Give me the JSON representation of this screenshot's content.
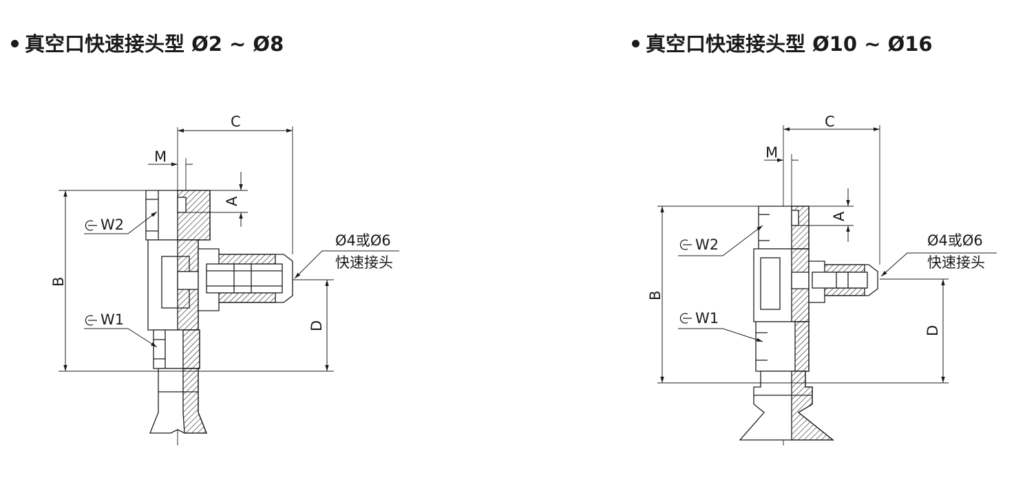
{
  "headings": {
    "left": "真空口快速接头型 Ø2 ~ Ø8",
    "right": "真空口快速接头型 Ø10 ~ Ø16"
  },
  "left_drawing": {
    "dim_c": "C",
    "dim_m": "M",
    "dim_a": "A",
    "dim_b": "B",
    "dim_d": "D",
    "wrench_w2": "W2",
    "wrench_w1": "W1",
    "tube_size": "Ø4或Ø6",
    "fitting_name": "快速接头"
  },
  "right_drawing": {
    "dim_c": "C",
    "dim_m": "M",
    "dim_a": "A",
    "dim_b": "B",
    "dim_d": "D",
    "wrench_w2": "W2",
    "wrench_w1": "W1",
    "tube_size": "Ø4或Ø6",
    "fitting_name": "快速接头"
  },
  "colors": {
    "line": "#1a1a1a",
    "hatch": "#1a1a1a",
    "background": "#ffffff"
  }
}
